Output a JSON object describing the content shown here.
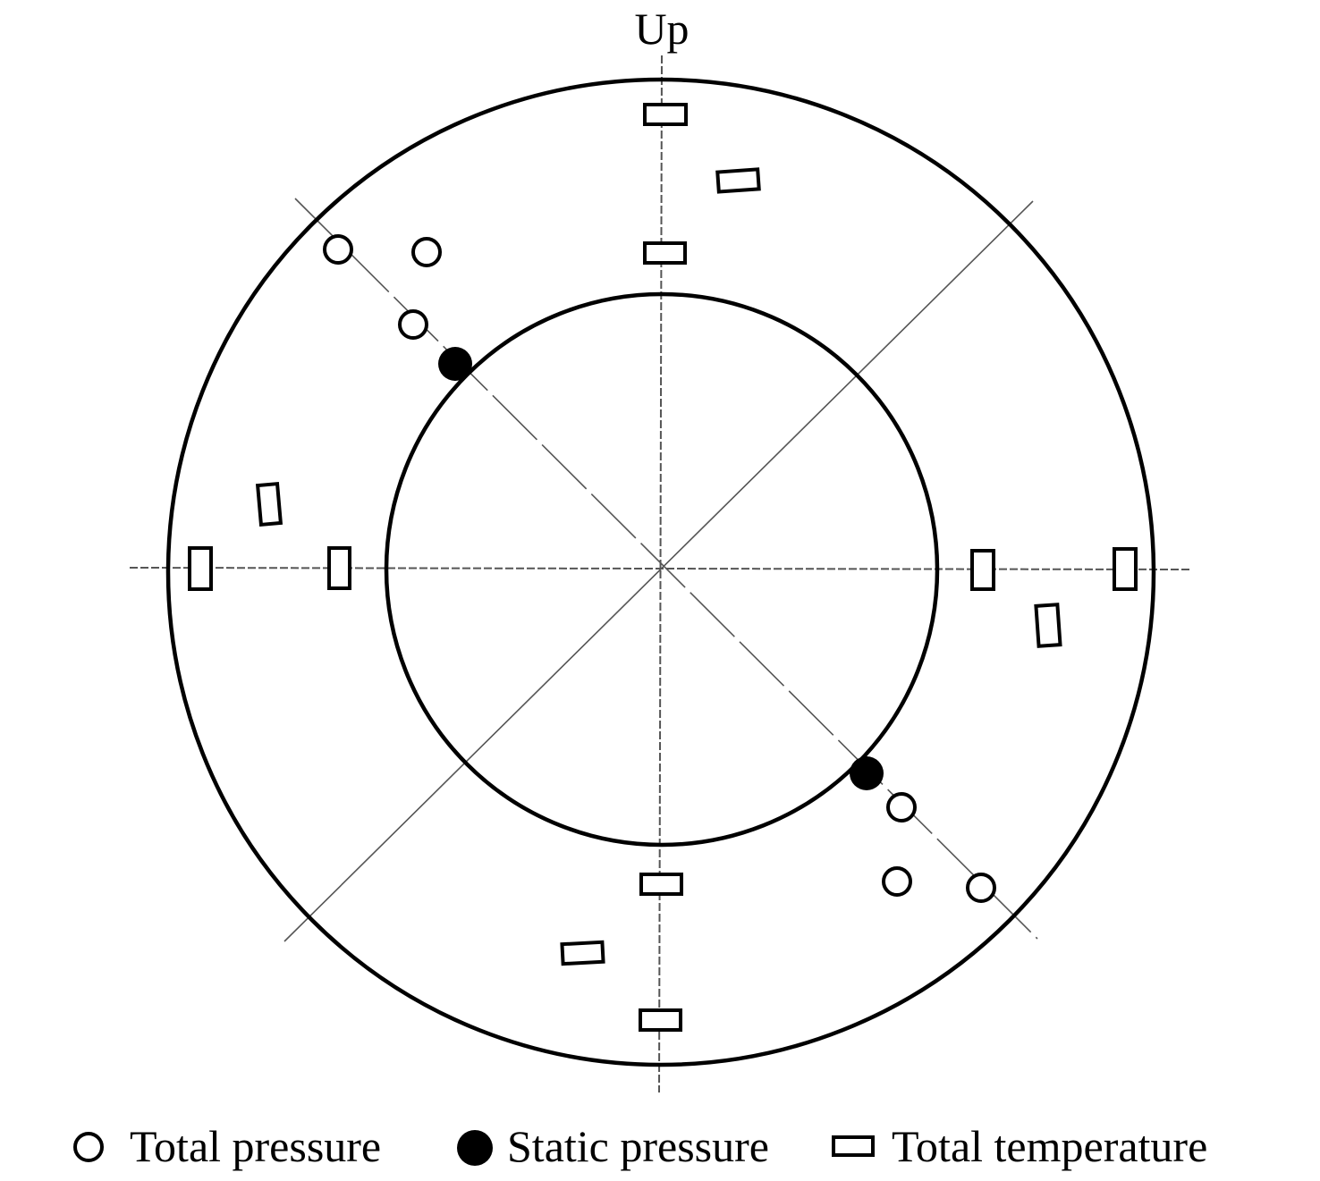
{
  "labels": {
    "up": "Up"
  },
  "legend": {
    "total_pressure": "Total pressure",
    "static_pressure": "Static pressure",
    "total_temperature": "Total temperature"
  },
  "icons": {
    "total_pressure": "open-circle-icon",
    "static_pressure": "filled-circle-icon",
    "total_temperature": "rectangle-icon"
  },
  "colors": {
    "ink": "#000000",
    "background": "#ffffff"
  }
}
